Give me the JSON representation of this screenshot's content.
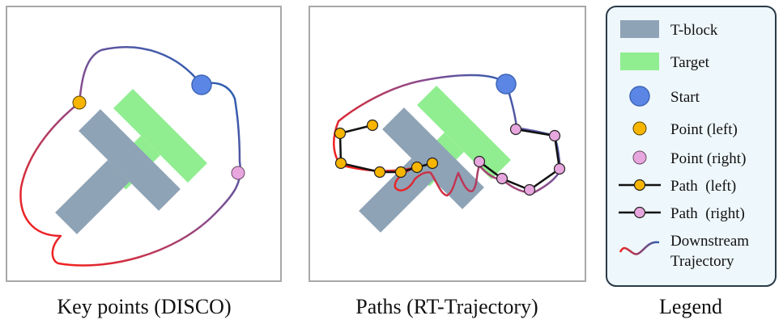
{
  "panels": {
    "left_caption": "Key points (DISCO)",
    "middle_caption": "Paths (RT-Trajectory)",
    "legend_caption": "Legend"
  },
  "legend": {
    "items": [
      {
        "label": "T-block",
        "icon": "tblock-swatch"
      },
      {
        "label": "Target",
        "icon": "target-swatch"
      },
      {
        "label": "Start",
        "icon": "start-circle"
      },
      {
        "label": "Point (left)",
        "icon": "point-left-circle"
      },
      {
        "label": "Point (right)",
        "icon": "point-right-circle"
      },
      {
        "label": "Path  (left)",
        "icon": "path-left-line"
      },
      {
        "label": "Path  (right)",
        "icon": "path-right-line"
      },
      {
        "label": "Downstream",
        "icon": "trajectory-wave"
      },
      {
        "label": "Trajectory",
        "icon": ""
      }
    ]
  },
  "colors": {
    "tblock": "#8fa3b6",
    "target": "#90ee90",
    "start": "#5b86e5",
    "point_left": "#f7b500",
    "point_right": "#e7a6dd",
    "trajectory_blue": "#3a5ca0",
    "trajectory_red": "#ee2222",
    "frame": "#a8a8a8",
    "legend_bg": "#eef7fb",
    "legend_border": "#2a3b47"
  }
}
